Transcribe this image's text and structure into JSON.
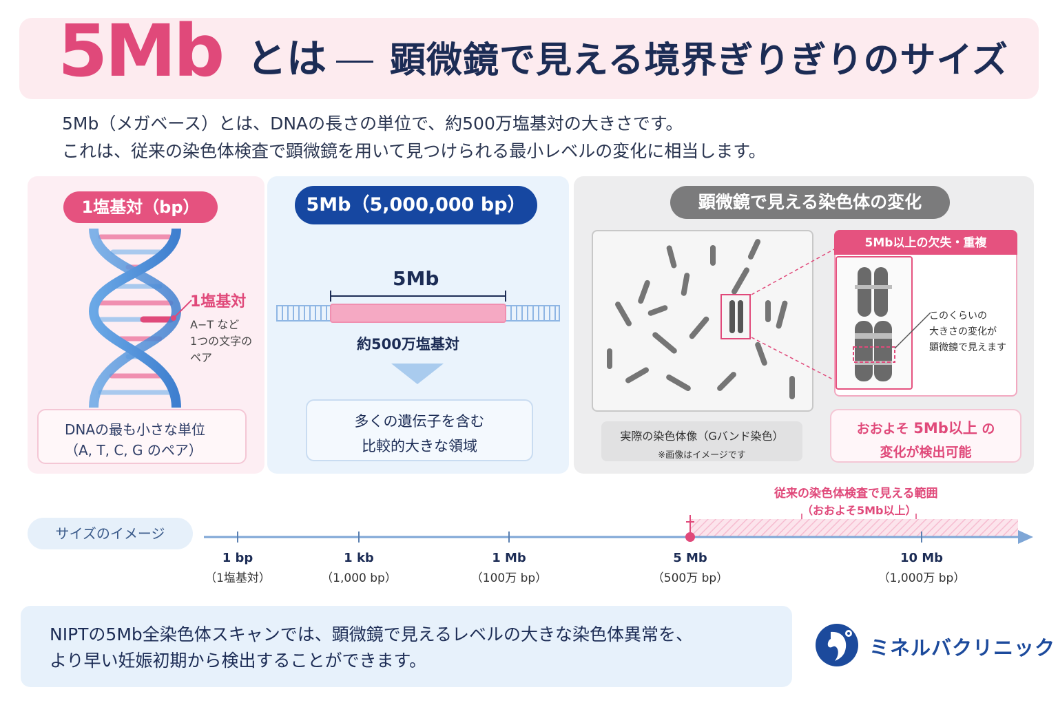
{
  "header": {
    "title_big": "5Mb",
    "title_toha": "とは",
    "title_sub": "顕微鏡で見える境界ぎりぎりのサイズ"
  },
  "intro": {
    "line1": "5Mb（メガベース）とは、DNAの長さの単位で、約500万塩基対の大きさです。",
    "line2": "これは、従来の染色体検査で顕微鏡を用いて見つけられる最小レベルの変化に相当します。"
  },
  "panel_bp": {
    "pill": "1塩基対（bp）",
    "label": "1塩基対",
    "desc1": "A−T など",
    "desc2": "1つの文字の",
    "desc3": "ペア",
    "box1": "DNAの最も小さな単位",
    "box2": "（A, T, C, G のペア）"
  },
  "panel_5mb": {
    "pill": "5Mb（5,000,000 bp）",
    "scale_label": "5Mb",
    "approx": "約500万塩基対",
    "box1": "多くの遺伝子を含む",
    "box2": "比較的大きな領域"
  },
  "panel_micro": {
    "pill": "顕微鏡で見える染色体の変化",
    "caption1": "実際の染色体像（Gバンド染色）",
    "caption2": "※画像はイメージです",
    "zoom_head": "5Mb以上の欠失・重複",
    "note1": "このくらいの",
    "note2": "大きさの変化が",
    "note3": "顕微鏡で見えます",
    "detect_pre": "おおよそ ",
    "detect_hl": "5Mb以上",
    "detect_post": " の",
    "detect2": "変化が検出可能"
  },
  "scale": {
    "pill": "サイズのイメージ",
    "range_label": "従来の染色体検査で見える範囲",
    "range_sub": "（おおよそ5Mb以上）",
    "ticks": [
      {
        "label": "1 bp",
        "sub": "（1塩基対）"
      },
      {
        "label": "1 kb",
        "sub": "（1,000 bp）"
      },
      {
        "label": "1 Mb",
        "sub": "（100万 bp）"
      },
      {
        "label": "5 Mb",
        "sub": "（500万 bp）"
      },
      {
        "label": "10 Mb",
        "sub": "（1,000万 bp）"
      }
    ]
  },
  "footer": {
    "line1": "NIPTの5Mb全染色体スキャンでは、顕微鏡で見えるレベルの大きな染色体異常を、",
    "line2": "より早い妊娠初期から検出することができます。"
  },
  "logo": {
    "text": "ミネルバクリニック"
  },
  "colors": {
    "pink": "#e0497a",
    "navy": "#1c2c55",
    "blue": "#1647a1",
    "gray": "#7b7b7c"
  }
}
